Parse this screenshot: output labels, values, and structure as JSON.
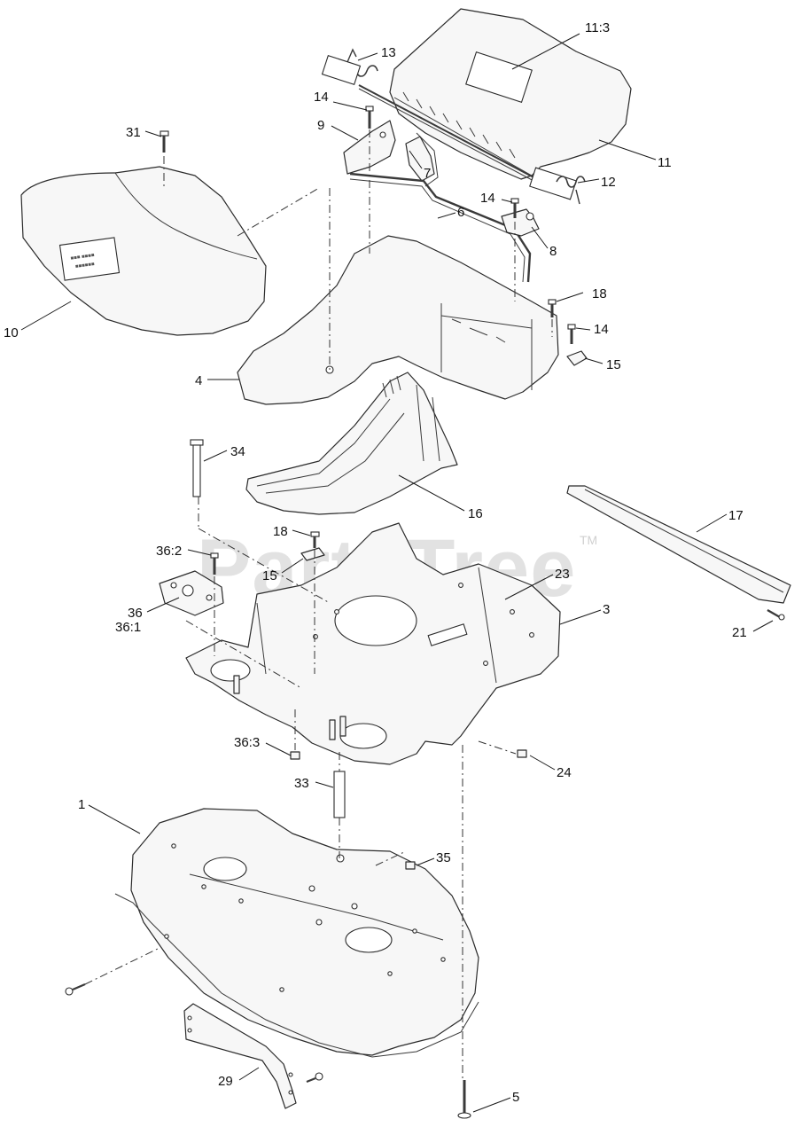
{
  "diagram": {
    "watermark": "PartsTree",
    "trademark": "TM",
    "callouts": [
      {
        "id": "c-11-3",
        "label": "11:3"
      },
      {
        "id": "c-13",
        "label": "13"
      },
      {
        "id": "c-14a",
        "label": "14"
      },
      {
        "id": "c-9",
        "label": "9"
      },
      {
        "id": "c-31",
        "label": "31"
      },
      {
        "id": "c-7",
        "label": "7"
      },
      {
        "id": "c-11",
        "label": "11"
      },
      {
        "id": "c-12",
        "label": "12"
      },
      {
        "id": "c-14b",
        "label": "14"
      },
      {
        "id": "c-6",
        "label": "6"
      },
      {
        "id": "c-8",
        "label": "8"
      },
      {
        "id": "c-18a",
        "label": "18"
      },
      {
        "id": "c-10",
        "label": "10"
      },
      {
        "id": "c-14c",
        "label": "14"
      },
      {
        "id": "c-15a",
        "label": "15"
      },
      {
        "id": "c-4",
        "label": "4"
      },
      {
        "id": "c-34",
        "label": "34"
      },
      {
        "id": "c-16",
        "label": "16"
      },
      {
        "id": "c-17",
        "label": "17"
      },
      {
        "id": "c-18b",
        "label": "18"
      },
      {
        "id": "c-36-2",
        "label": "36:2"
      },
      {
        "id": "c-15b",
        "label": "15"
      },
      {
        "id": "c-23",
        "label": "23"
      },
      {
        "id": "c-36",
        "label": "36"
      },
      {
        "id": "c-36-1",
        "label": "36:1"
      },
      {
        "id": "c-3",
        "label": "3"
      },
      {
        "id": "c-21",
        "label": "21"
      },
      {
        "id": "c-36-3",
        "label": "36:3"
      },
      {
        "id": "c-24",
        "label": "24"
      },
      {
        "id": "c-33",
        "label": "33"
      },
      {
        "id": "c-1",
        "label": "1"
      },
      {
        "id": "c-35",
        "label": "35"
      },
      {
        "id": "c-29",
        "label": "29"
      },
      {
        "id": "c-5",
        "label": "5"
      }
    ]
  }
}
